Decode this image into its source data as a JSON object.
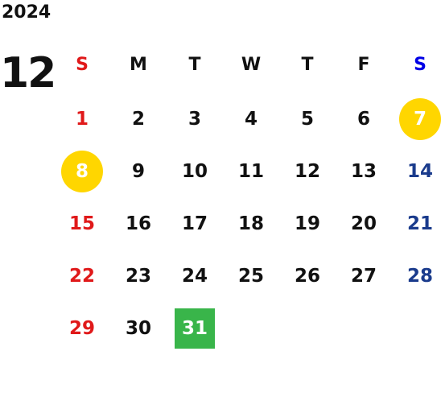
{
  "calendar": {
    "year": "2024",
    "month": "12",
    "weekdays": [
      "S",
      "M",
      "T",
      "W",
      "T",
      "F",
      "S"
    ],
    "weeks": [
      [
        "",
        "",
        "",
        "",
        "",
        "",
        ""
      ],
      [
        "1",
        "2",
        "3",
        "4",
        "5",
        "6",
        "7"
      ],
      [
        "8",
        "9",
        "10",
        "11",
        "12",
        "13",
        "14"
      ],
      [
        "15",
        "16",
        "17",
        "18",
        "19",
        "20",
        "21"
      ],
      [
        "22",
        "23",
        "24",
        "25",
        "26",
        "27",
        "28"
      ],
      [
        "29",
        "30",
        "31",
        "",
        "",
        "",
        ""
      ]
    ],
    "highlights": {
      "yellow_circle_days": [
        "7",
        "8"
      ],
      "green_square_days": [
        "31"
      ]
    }
  },
  "colors": {
    "sunday": "#E0191A",
    "saturday_header": "#0000E6",
    "saturday_dates": "#1A3B8C",
    "weekday": "#111111",
    "highlight_yellow": "#FFD600",
    "highlight_green": "#39B54A"
  }
}
